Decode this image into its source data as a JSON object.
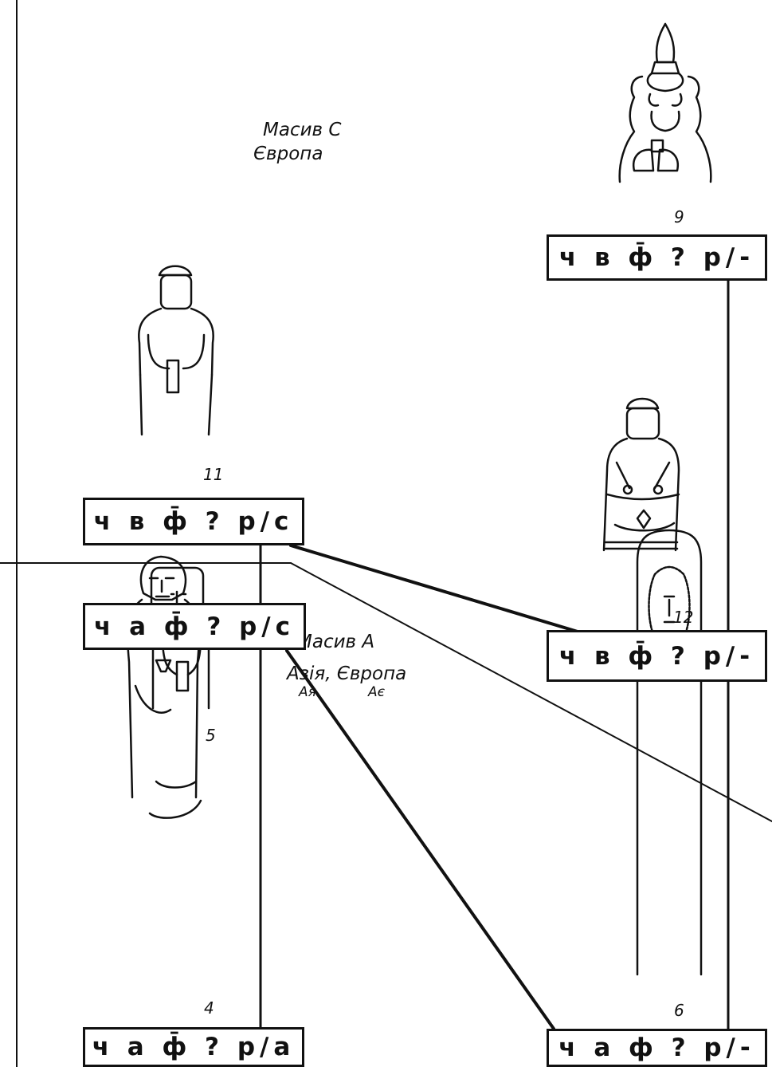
{
  "regions": {
    "massif_c": {
      "title": "Масив С",
      "area": "Європа"
    },
    "massif_a": {
      "title": "Масив А",
      "area": "Азія, Європа",
      "sub_left": "Aя",
      "sub_right": "Aє"
    }
  },
  "nodes": [
    {
      "id": "9",
      "number": "9",
      "formula": "ч в ф̄ ? р/-"
    },
    {
      "id": "11",
      "number": "11",
      "formula": "ч в ф̄ ? р/с"
    },
    {
      "id": "12",
      "number": "12",
      "formula": "ч в ф̄ ? р/-"
    },
    {
      "id": "5",
      "number": "5",
      "formula": "ч а ф̄ ? р/с"
    },
    {
      "id": "4",
      "number": "4",
      "formula": "ч а ф̄ ? р/а"
    },
    {
      "id": "6",
      "number": "6",
      "formula": "ч а ф ? р/-"
    }
  ],
  "figures": [
    {
      "name": "statue-figure-9-icon"
    },
    {
      "name": "statue-figure-11-icon"
    },
    {
      "name": "statue-figure-12-icon"
    },
    {
      "name": "statue-figure-5-icon"
    },
    {
      "name": "statue-figure-4-icon"
    },
    {
      "name": "statue-figure-6-icon"
    }
  ],
  "colors": {
    "ink": "#111111",
    "paper": "#ffffff"
  }
}
